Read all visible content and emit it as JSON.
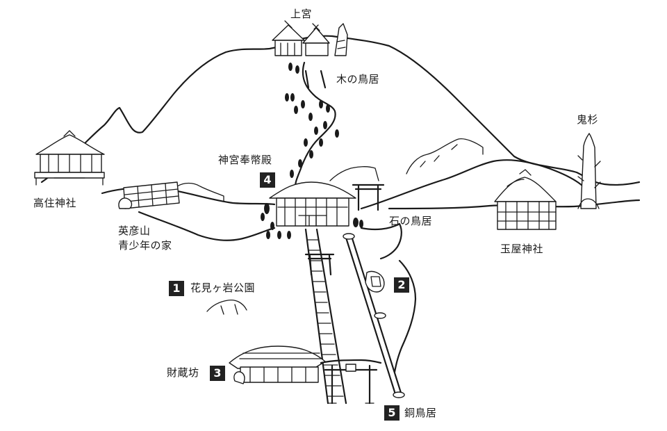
{
  "map": {
    "labels": {
      "kamimiya": "上宮",
      "ki_no_torii": "木の鳥居",
      "onisugi": "鬼杉",
      "takasumi": "高住神社",
      "jingu_hoheiden": "神宮奉幣殿",
      "youth_house": "英彦山\n青少年の家",
      "ishi_no_torii": "石の鳥居",
      "tamaya": "玉屋神社",
      "hanamigaiwa": "花見ヶ岩公園",
      "zaizoubou": "財蔵坊",
      "dou_torii": "銅鳥居"
    },
    "markers": {
      "m1": "1",
      "m2": "2",
      "m3": "3",
      "m4": "4",
      "m5": "5"
    },
    "colors": {
      "ink": "#1a1a1a",
      "marker_bg": "#222222",
      "marker_text": "#ffffff"
    }
  }
}
